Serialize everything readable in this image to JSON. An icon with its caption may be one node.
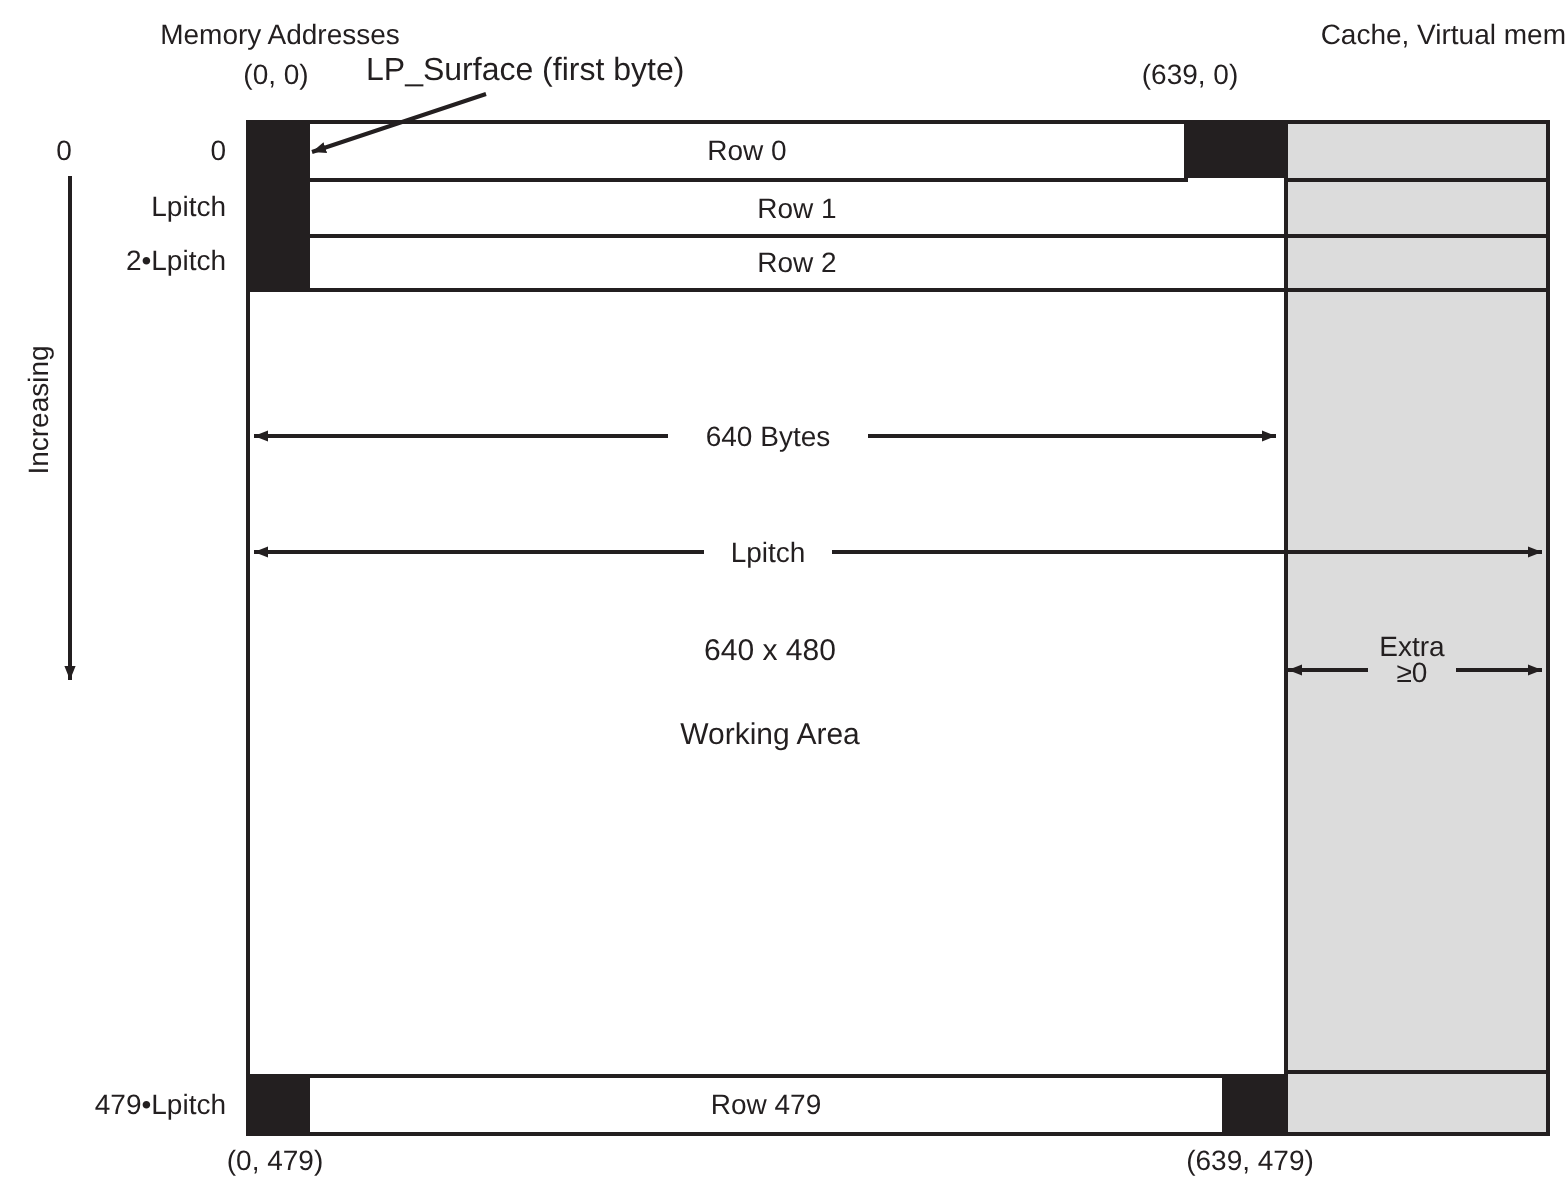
{
  "diagram": {
    "nodes": [
      {
        "text": [
          "640 x 480",
          "Working Area"
        ]
      },
      {
        "text": [
          "Row 0"
        ],
        "in": 0
      },
      {
        "text": [
          "Row 1"
        ],
        "in": 0
      },
      {
        "text": [
          "Row 2"
        ],
        "in": 0
      },
      {
        "text": [
          "Row 479"
        ],
        "in": 0
      },
      {
        "text": [
          "LP_Surface (first byte)"
        ]
      },
      {
        "text": [],
        "shape": "box",
        "in": 0
      }
    ],
    "edges": [
      {
        "from": 5,
        "to": 6,
        "arrow": "to"
      }
    ],
    "labels": [
      "Memory Addresses",
      "(0, 0)",
      "Cache, Virtual mem",
      "(639, 0)",
      "0",
      "0",
      "Lpitch",
      "2•Lpitch",
      "Increasing",
      "640 Bytes",
      "Lpitch",
      "Extra ≥0",
      "479•Lpitch",
      "(0, 479)",
      "(639, 479)"
    ]
  }
}
